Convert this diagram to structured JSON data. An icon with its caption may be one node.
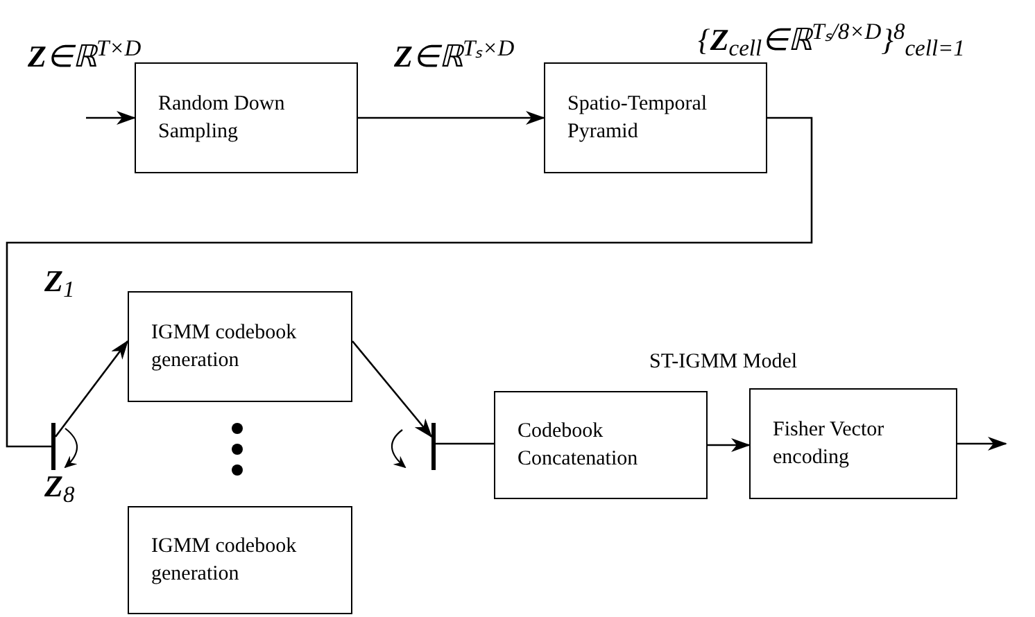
{
  "diagram": {
    "nodes": [
      {
        "text": [
          "Random Down Sampling"
        ]
      },
      {
        "text": [
          "Spatio-Temporal Pyramid"
        ]
      },
      {
        "text": [
          "IGMM codebook generation"
        ]
      },
      {
        "text": [
          "IGMM codebook generation"
        ]
      },
      {
        "text": [
          "Codebook Concatenation"
        ]
      },
      {
        "text": [
          "Fisher Vector encoding"
        ]
      },
      {
        "text": [],
        "shape": "bar"
      },
      {
        "text": [],
        "shape": "bar"
      }
    ],
    "edges": [
      {
        "from": null,
        "to": 0,
        "arrow": "to"
      },
      {
        "from": 0,
        "to": 1,
        "arrow": "to"
      },
      {
        "from": 1,
        "to": 6,
        "arrow": "none"
      },
      {
        "from": 6,
        "to": 2,
        "arrow": "to"
      },
      {
        "from": 2,
        "to": 7,
        "arrow": "to"
      },
      {
        "from": 7,
        "to": 4,
        "arrow": "none"
      },
      {
        "from": 4,
        "to": 5,
        "arrow": "to"
      },
      {
        "from": 5,
        "to": null,
        "arrow": "to"
      }
    ],
    "labels": [
      "**Z**∈ℝ$^{T×D}$",
      "**Z**∈ℝ$^{Tₛ×D}$",
      "{**Z**$_{cell}$∈ℝ$^{Tₛ/8×D}$}$^{8}$$_{cell=1}$",
      "**Z**$_{1}$",
      "**Z**$_{8}$",
      "ST-IGMM Model"
    ]
  }
}
